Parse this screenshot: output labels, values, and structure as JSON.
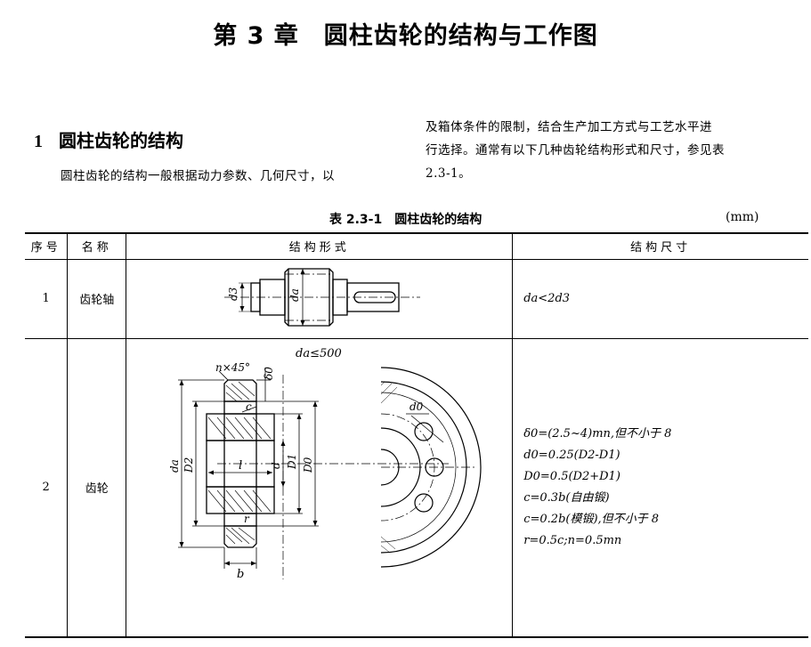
{
  "chapter_title": "第 3 章　圆柱齿轮的结构与工作图",
  "section": {
    "number": "1",
    "title": "圆柱齿轮的结构"
  },
  "paragraph_left": "圆柱齿轮的结构一般根据动力参数、几何尺寸，以",
  "paragraph_right": [
    "及箱体条件的限制，结合生产加工方式与工艺水平进",
    "行选择。通常有以下几种齿轮结构形式和尺寸，参见表",
    "2.3-1。"
  ],
  "table": {
    "caption": "表 2.3-1　圆柱齿轮的结构",
    "unit": "(mm)",
    "headers": [
      "序号",
      "名称",
      "结构形式",
      "结构尺寸"
    ],
    "rows": [
      {
        "no": "1",
        "name": "齿轮轴",
        "labels": [
          "d3",
          "da"
        ],
        "sizes": [
          "da<2d3"
        ]
      },
      {
        "no": "2",
        "name": "齿轮",
        "figure_title": "da≤500",
        "labels": [
          "n×45°",
          "δ0",
          "c",
          "d0",
          "da",
          "D2",
          "l",
          "d",
          "D1",
          "D0",
          "r",
          "b"
        ],
        "sizes": [
          "δ0=(2.5~4)mn,但不小于 8",
          "d0=0.25(D2-D1)",
          "D0=0.5(D2+D1)",
          "c=0.3b(自由锻)",
          "c=0.2b(模锻),但不小于 8",
          "r=0.5c;n=0.5mn"
        ]
      }
    ]
  }
}
